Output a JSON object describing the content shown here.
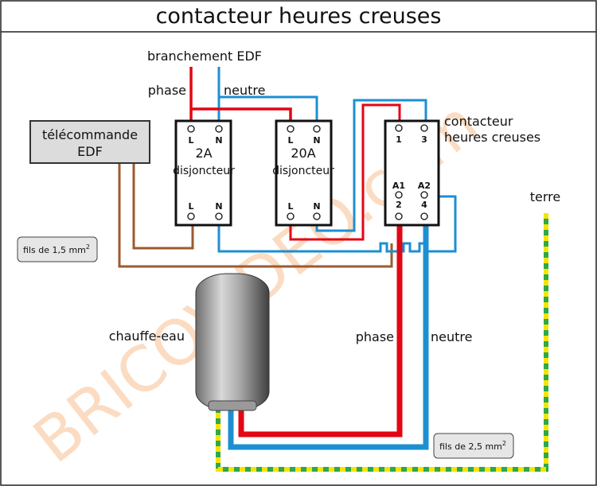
{
  "title": "contacteur heures creuses",
  "watermark": "BRICOVIDEO.com",
  "supply": {
    "label": "branchement EDF",
    "phase": "phase",
    "neutre": "neutre"
  },
  "remote": {
    "line1": "télécommande",
    "line2": "EDF"
  },
  "breaker_2a": {
    "rating": "2A",
    "name": "disjoncteur",
    "top_l": "L",
    "top_n": "N",
    "bot_l": "L",
    "bot_n": "N"
  },
  "breaker_20a": {
    "rating": "20A",
    "name": "disjoncteur",
    "top_l": "L",
    "top_n": "N",
    "bot_l": "L",
    "bot_n": "N"
  },
  "contactor": {
    "line1": "contacteur",
    "line2": "heures creuses",
    "t1": "1",
    "t3": "3",
    "a1": "A1",
    "a2": "A2",
    "t2": "2",
    "t4": "4"
  },
  "heater": {
    "label": "chauffe-eau"
  },
  "load": {
    "phase": "phase",
    "neutre": "neutre"
  },
  "earth": {
    "label": "terre"
  },
  "notes": {
    "small_wire": {
      "text": "fils de 1,5 mm",
      "sup": "2"
    },
    "big_wire": {
      "text": "fils de 2,5 mm",
      "sup": "2"
    }
  },
  "colors": {
    "phase": "#e30613",
    "neutre": "#1d8fd1",
    "control": "#9c5a32",
    "earth_green": "#2ea84a",
    "earth_yellow": "#f5e400"
  }
}
